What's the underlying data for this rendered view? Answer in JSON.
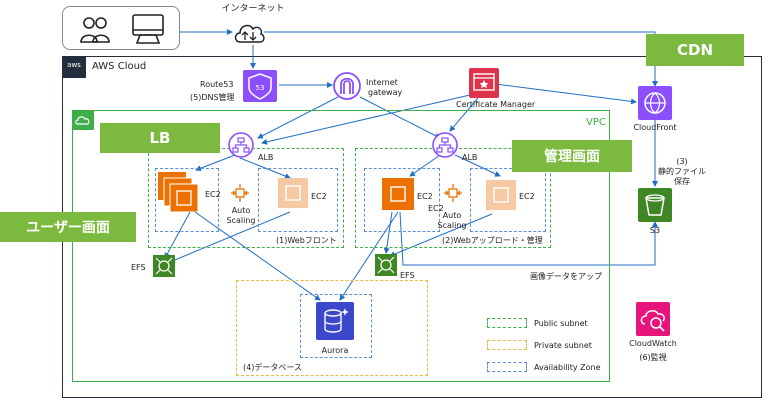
{
  "internet": {
    "label": "インターネット"
  },
  "aws_cloud": {
    "label": "AWS Cloud",
    "logo": "aws"
  },
  "vpc": {
    "label": "VPC"
  },
  "route53": {
    "name": "Route53",
    "note": "(5)DNS管理"
  },
  "internet_gateway": {
    "line1": "Internet",
    "line2": "gateway"
  },
  "certificate_manager": {
    "name": "Certificate Manager"
  },
  "cloudfront": {
    "name": "CloudFront",
    "note_line1": "(3)",
    "note_line2": "静的ファイル",
    "note_line3": "保存"
  },
  "s3": {
    "name": "S3"
  },
  "cloudwatch": {
    "name": "CloudWatch",
    "note": "(6)監視"
  },
  "alb": {
    "name": "ALB"
  },
  "ec2": {
    "name": "EC2"
  },
  "autoscaling": {
    "line1": "Auto",
    "line2": "Scaling"
  },
  "efs": {
    "name": "EFS"
  },
  "aurora": {
    "name": "Aurora"
  },
  "groups": {
    "web_front": "(1)Webフロント",
    "web_upload": "(2)Webアップロード・管理",
    "database": "(4)データベース"
  },
  "flows": {
    "upload_to_s3": "画像データをアップ"
  },
  "legend": {
    "public_subnet": "Public subnet",
    "private_subnet": "Private subnet",
    "availability_zone": "Availability Zone"
  },
  "callouts": {
    "cdn": "CDN",
    "lb": "LB",
    "admin": "管理画面",
    "user": "ユーザー画面"
  },
  "colors": {
    "callout_green": "#7cba3f",
    "public_subnet": "#3fae49",
    "private_subnet": "#e8b84a",
    "availability_zone": "#5a8fd6",
    "ec2_orange": "#ed7100",
    "network_purple": "#8c4fff",
    "storage_green": "#3f8624",
    "db_blue": "#3b48cc",
    "alert_red": "#dd344c",
    "management_pink": "#e7157b",
    "line_blue": "#1f6fc5"
  }
}
